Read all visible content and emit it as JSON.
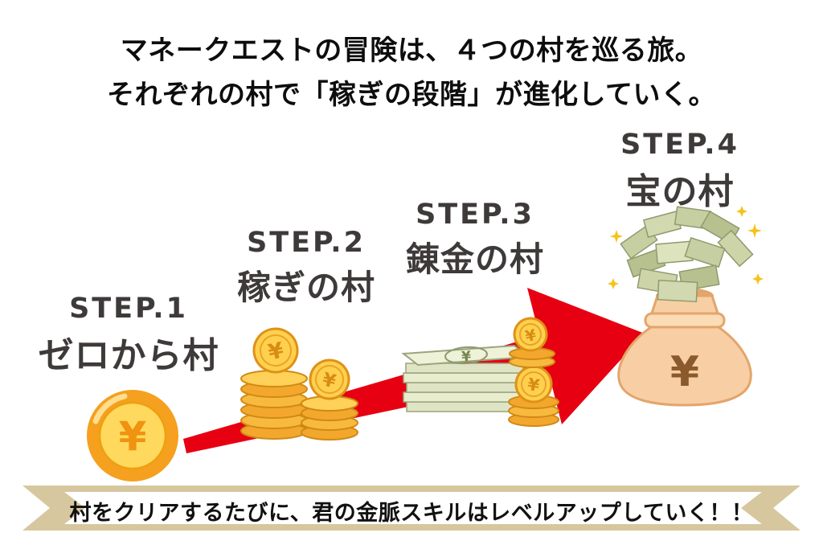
{
  "header": {
    "line1": "マネークエストの冒険は、４つの村を巡る旅。",
    "line2": "それぞれの村で「稼ぎの段階」が進化していく。"
  },
  "steps": [
    {
      "label": "STEP.1",
      "name": "ゼロから村"
    },
    {
      "label": "STEP.2",
      "name": "稼ぎの村"
    },
    {
      "label": "STEP.3",
      "name": "錬金の村"
    },
    {
      "label": "STEP.4",
      "name": "宝の村"
    }
  ],
  "banner": {
    "text": "村をクリアするたびに、君の金脈スキルはレベルアップしていく！！"
  },
  "symbols": {
    "yen": "¥"
  },
  "colors": {
    "arrow": "#e60012",
    "ribbon": "#d6c79e",
    "label_gray": "#3e3a39",
    "coin_gold": "#f5a623",
    "bill_green": "#dfe5c4",
    "bag_peach": "#f8cfa4"
  }
}
